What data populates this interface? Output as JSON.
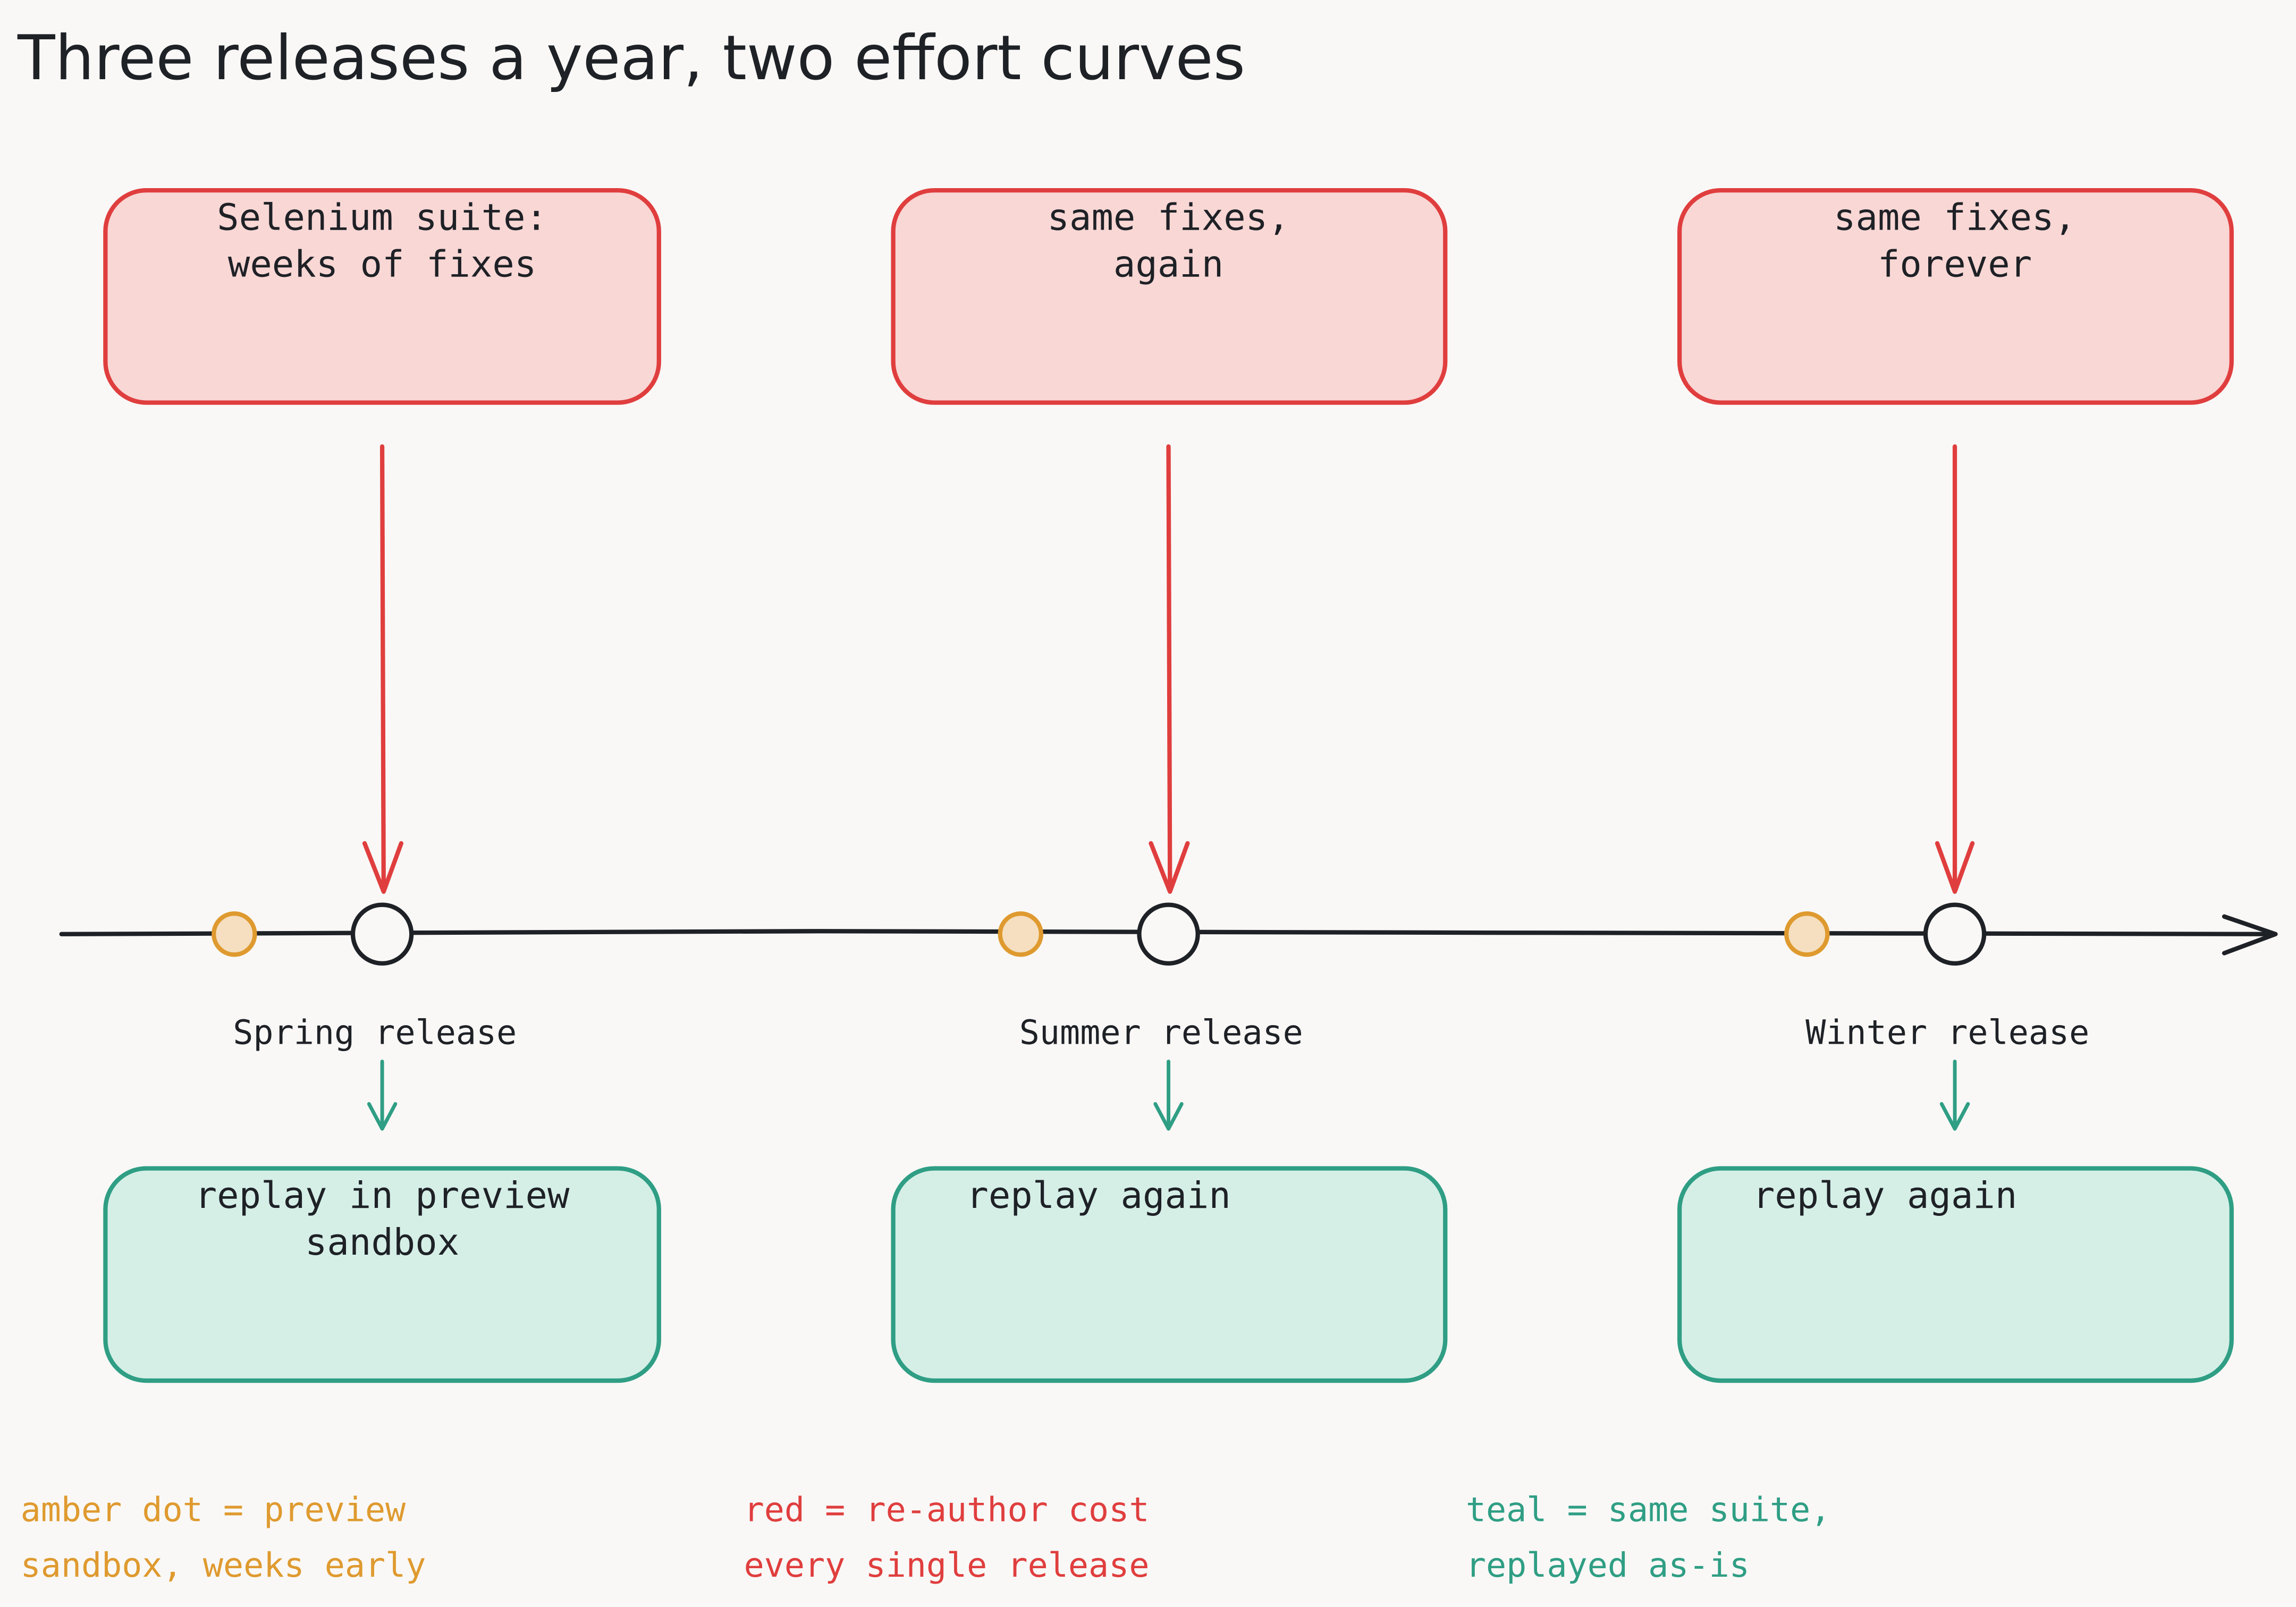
{
  "title": "Three releases a year, two effort curves",
  "colors": {
    "background": "#f9f8f6",
    "ink": "#1e2126",
    "red": "#e03e3e",
    "red_fill": "#f8d7d5",
    "teal": "#2f9e84",
    "teal_fill": "#d5efe7",
    "amber": "#df9a2f",
    "amber_fill": "#f5dfc0"
  },
  "cost_boxes": [
    {
      "lines": [
        "Selenium suite:",
        "weeks of fixes"
      ]
    },
    {
      "lines": [
        "same fixes,",
        "again"
      ]
    },
    {
      "lines": [
        "same fixes,",
        "forever"
      ]
    }
  ],
  "releases": [
    {
      "label": "Spring release"
    },
    {
      "label": "Summer release"
    },
    {
      "label": "Winter release"
    }
  ],
  "replay_boxes": [
    {
      "lines": [
        "replay in preview",
        "sandbox"
      ]
    },
    {
      "lines": [
        "replay again"
      ]
    },
    {
      "lines": [
        "replay again"
      ]
    }
  ],
  "legend": [
    {
      "lines": [
        "amber dot = preview",
        "sandbox, weeks early"
      ]
    },
    {
      "lines": [
        "red = re-author cost",
        "every single release"
      ]
    },
    {
      "lines": [
        "teal = same suite,",
        "replayed as-is"
      ]
    }
  ]
}
